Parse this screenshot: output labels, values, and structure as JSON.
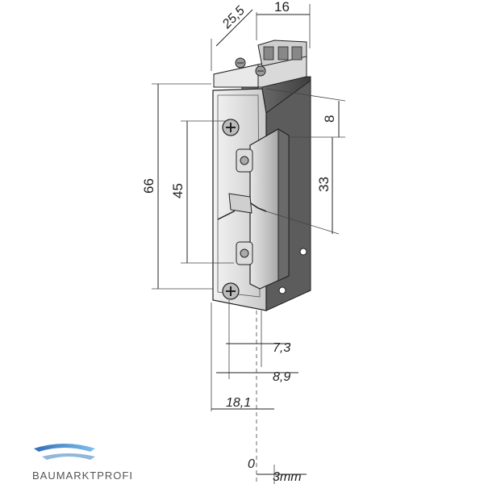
{
  "dimensions": {
    "top_depth": "25,5",
    "top_width": "16",
    "height_total": "66",
    "height_inner": "45",
    "right_top": "8",
    "right_mid": "33",
    "offset_1": "7,3",
    "offset_2": "8,9",
    "offset_3": "18,1",
    "scale_zero": "0",
    "scale_three": "3mm"
  },
  "logo": {
    "text": "BAUMARKTPROFI",
    "color": "#3a8fd8"
  }
}
